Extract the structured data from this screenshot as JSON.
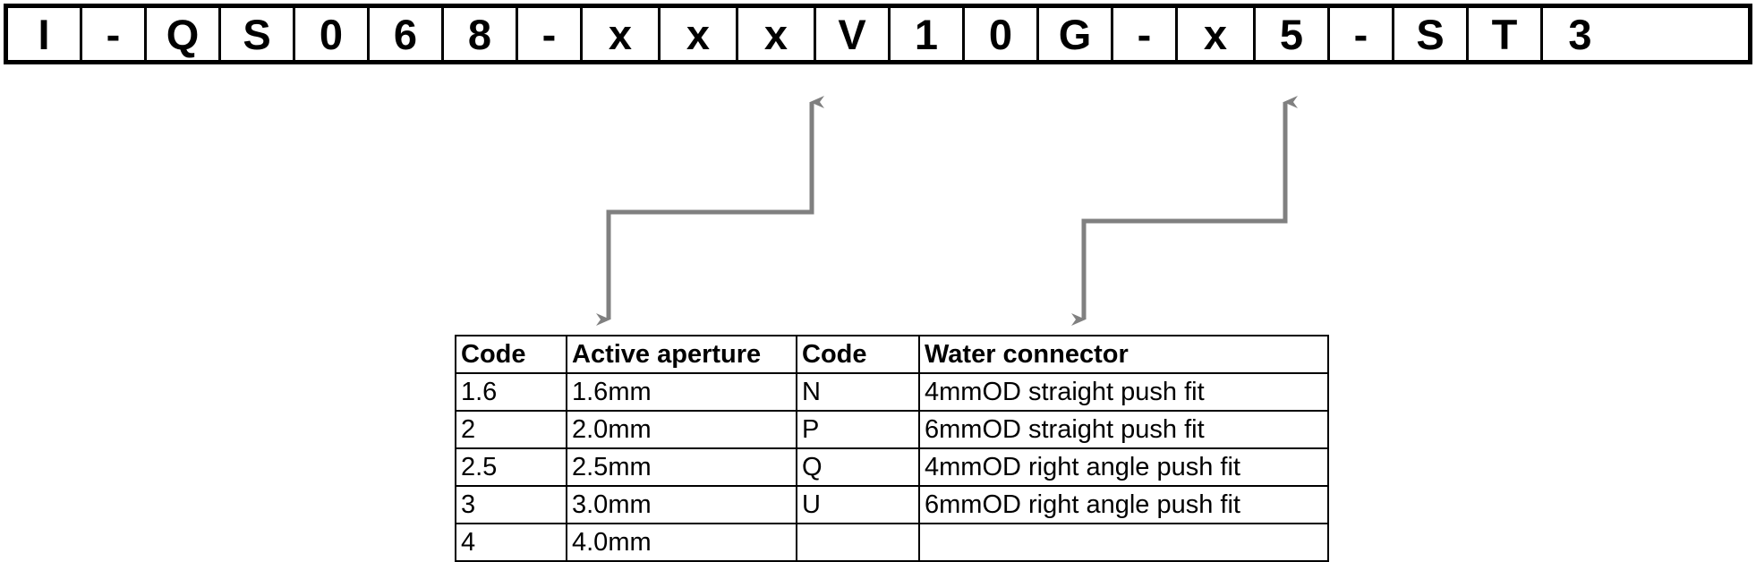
{
  "part_number": {
    "label": "part-number-code",
    "cells": [
      {
        "char": "I",
        "width": 83
      },
      {
        "char": "-",
        "width": 72
      },
      {
        "char": "Q",
        "width": 83
      },
      {
        "char": "S",
        "width": 83
      },
      {
        "char": "0",
        "width": 83
      },
      {
        "char": "6",
        "width": 83
      },
      {
        "char": "8",
        "width": 83
      },
      {
        "char": "-",
        "width": 72
      },
      {
        "char": "x",
        "width": 87
      },
      {
        "char": "x",
        "width": 87
      },
      {
        "char": "x",
        "width": 87
      },
      {
        "char": "V",
        "width": 83
      },
      {
        "char": "1",
        "width": 83
      },
      {
        "char": "0",
        "width": 83
      },
      {
        "char": "G",
        "width": 83
      },
      {
        "char": "-",
        "width": 72
      },
      {
        "char": "x",
        "width": 87
      },
      {
        "char": "5",
        "width": 83
      },
      {
        "char": "-",
        "width": 72
      },
      {
        "char": "S",
        "width": 83
      },
      {
        "char": "T",
        "width": 83
      },
      {
        "char": "3",
        "width": 83
      }
    ]
  },
  "option_table": {
    "headers": [
      "Code",
      "Active aperture",
      "Code",
      "Water connector"
    ],
    "rows": [
      [
        "1.6",
        "1.6mm",
        "N",
        "4mmOD straight push fit"
      ],
      [
        "2",
        "2.0mm",
        "P",
        "6mmOD straight push fit"
      ],
      [
        "2.5",
        "2.5mm",
        "Q",
        "4mmOD right angle push fit"
      ],
      [
        "3",
        "3.0mm",
        "U",
        "6mmOD right angle push fit"
      ],
      [
        "4",
        "4.0mm",
        "",
        ""
      ]
    ]
  },
  "connectors": {
    "color": "#808080",
    "arrows": [
      {
        "name": "aperture-connector-arrow",
        "from_table_column": "Code / Active aperture",
        "to_code_position": "third x"
      },
      {
        "name": "water-connector-arrow",
        "from_table_column": "Code / Water connector",
        "to_code_position": "x before 5"
      }
    ]
  }
}
